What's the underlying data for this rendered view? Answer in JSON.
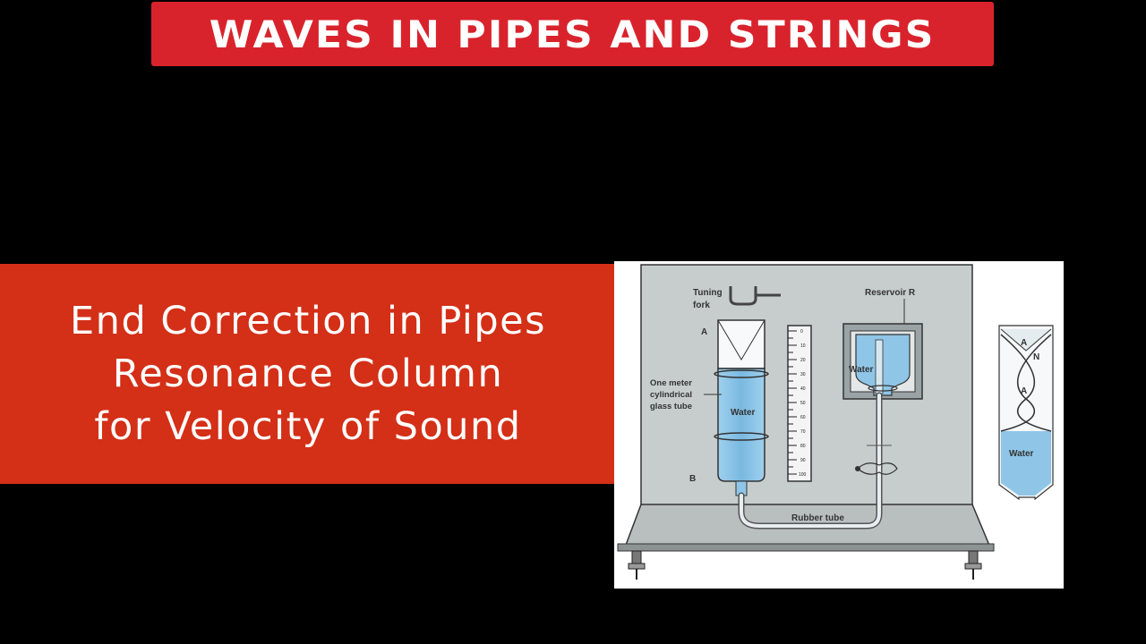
{
  "banner": {
    "title": "WAVES IN PIPES AND STRINGS"
  },
  "panel": {
    "lines": [
      "End Correction in Pipes",
      "Resonance Column",
      "for Velocity of Sound"
    ]
  },
  "diagram": {
    "tuning_fork_label_1": "Tuning",
    "tuning_fork_label_2": "fork",
    "reservoir_label": "Reservoir R",
    "point_a": "A",
    "point_b": "B",
    "tube_label_1": "One meter",
    "tube_label_2": "cylindrical",
    "tube_label_3": "glass tube",
    "water_tube": "Water",
    "water_reservoir": "Water",
    "rubber_tube": "Rubber tube",
    "scale_ticks": [
      "0",
      "10",
      "20",
      "30",
      "40",
      "50",
      "60",
      "70",
      "80",
      "90",
      "100"
    ],
    "inset_antinode_top": "A",
    "inset_node": "N",
    "inset_antinode_bottom": "A",
    "inset_water": "Water"
  },
  "colors": {
    "banner": "#d9232c",
    "panel": "#d42f17",
    "board": "#c5cccc",
    "water": "#8fc6e8"
  }
}
